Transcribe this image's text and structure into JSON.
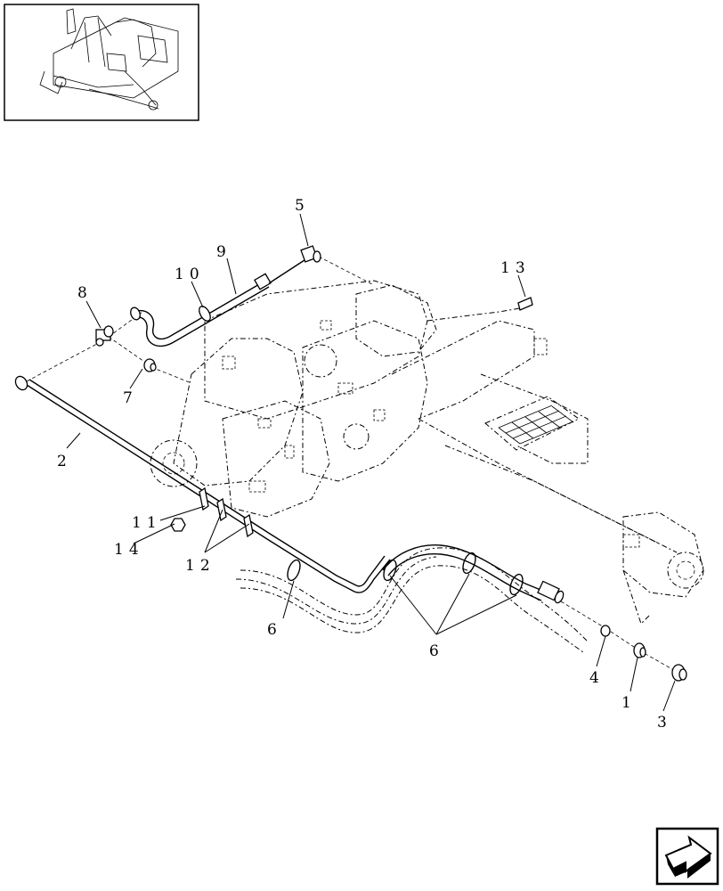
{
  "callouts": {
    "c1": "1",
    "c2": "2",
    "c3": "3",
    "c4": "4",
    "c5": "5",
    "c6a": "6",
    "c6b": "6",
    "c7": "7",
    "c8": "8",
    "c9": "9",
    "c10": "10",
    "c11": "11",
    "c12": "12",
    "c13": "13",
    "c14": "14"
  },
  "icons": {
    "navigation": "next-page-arrow-icon",
    "thumbnail": "machine-overview-thumbnail"
  }
}
